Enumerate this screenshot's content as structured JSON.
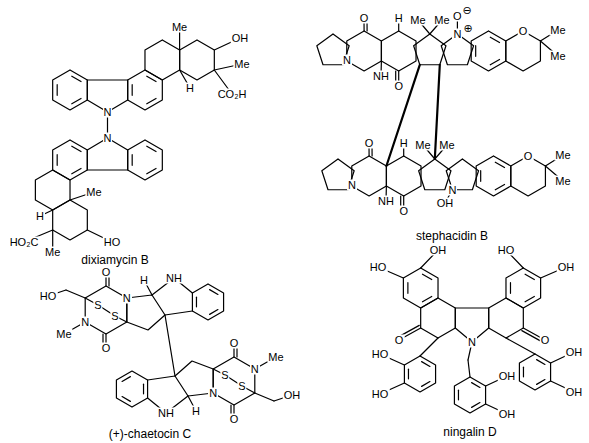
{
  "diagram": {
    "labels": [
      "OH",
      "Me",
      "Me",
      "H",
      "CO₂H",
      "N",
      "N",
      "HO₂C",
      "Me",
      "Me",
      "H",
      "HO",
      "dixiamycin B",
      "N",
      "O",
      "NH",
      "O",
      "H",
      "Me",
      "Me",
      "N",
      "⊕",
      "O",
      "⊖",
      "O",
      "Me",
      "Me",
      "N",
      "O",
      "NH",
      "O",
      "H",
      "Me",
      "Me",
      "N",
      "OH",
      "O",
      "Me",
      "Me",
      "stephacidin B",
      "HO",
      "S",
      "S",
      "O",
      "O",
      "N",
      "N",
      "Me",
      "H",
      "NH",
      "OH",
      "S",
      "S",
      "O",
      "O",
      "N",
      "N",
      "Me",
      "H",
      "NH",
      "(+)-chaetocin C",
      "HO",
      "OH",
      "HO",
      "OH",
      "O",
      "O",
      "N",
      "HO",
      "HO",
      "OH",
      "OH",
      "OH",
      "OH",
      "ningalin D"
    ]
  }
}
